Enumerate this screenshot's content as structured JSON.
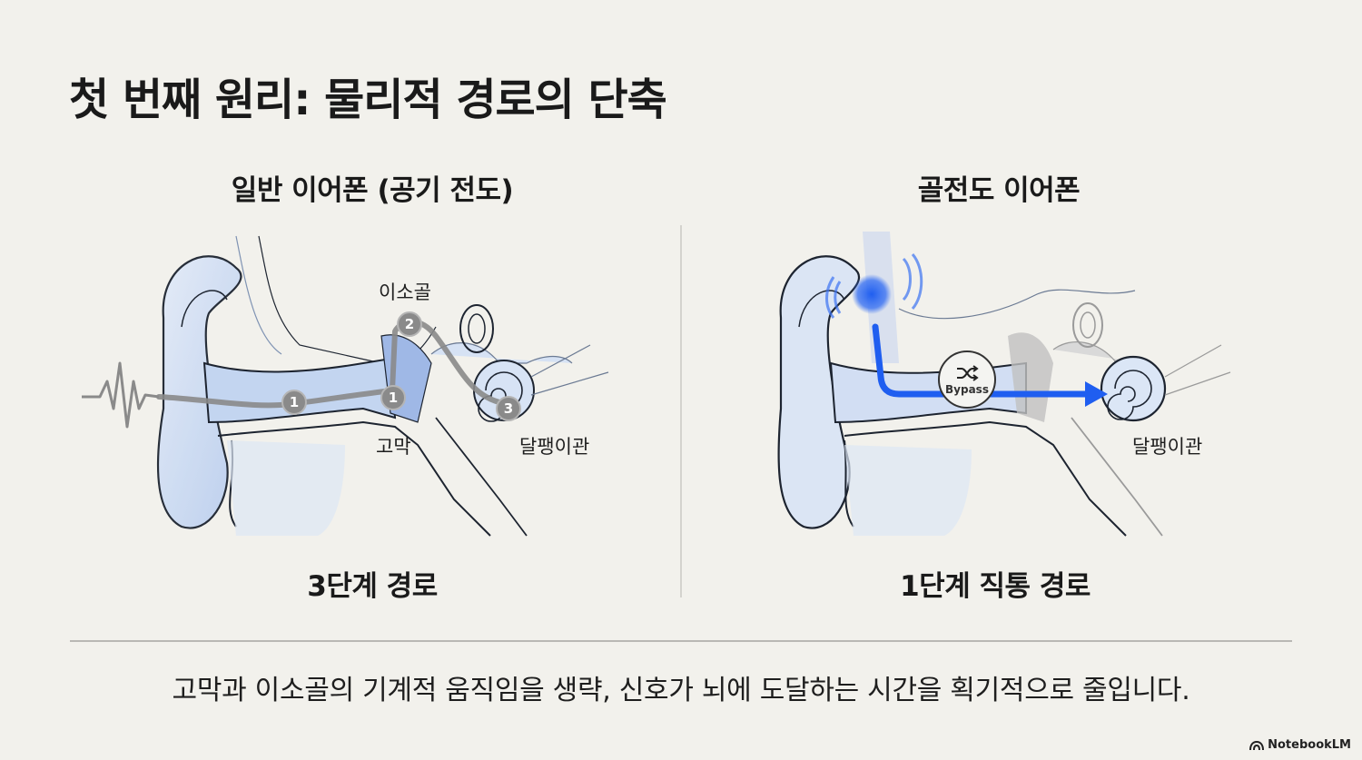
{
  "slide": {
    "title": "첫 번째 원리: 물리적 경로의 단축",
    "summary": "고막과 이소골의 기계적 움직임을 생략, 신호가 뇌에 도달하는 시간을 획기적으로 줄입니다.",
    "brand": "NotebookLM"
  },
  "left_panel": {
    "heading": "일반 이어폰 (공기 전도)",
    "caption": "3단계 경로",
    "labels": {
      "ossicles": "이소골",
      "eardrum": "고막",
      "cochlea": "달팽이관"
    },
    "steps": [
      "1",
      "1",
      "2",
      "3"
    ],
    "path_color": "#8a8a8a",
    "icon": "sound-wave-icon"
  },
  "right_panel": {
    "heading": "골전도 이어폰",
    "caption": "1단계 직통 경로",
    "labels": {
      "cochlea": "달팽이관"
    },
    "bypass_label": "Bypass",
    "bypass_icon": "shuffle-icon",
    "path_color": "#1f5ef0",
    "icon": "vibration-icon"
  },
  "colors": {
    "background": "#f2f1ec",
    "ear_fill": "#c9d8f0",
    "ear_outline": "#1d2430",
    "accent_blue": "#1f5ef0",
    "path_gray": "#8a8a8a"
  }
}
